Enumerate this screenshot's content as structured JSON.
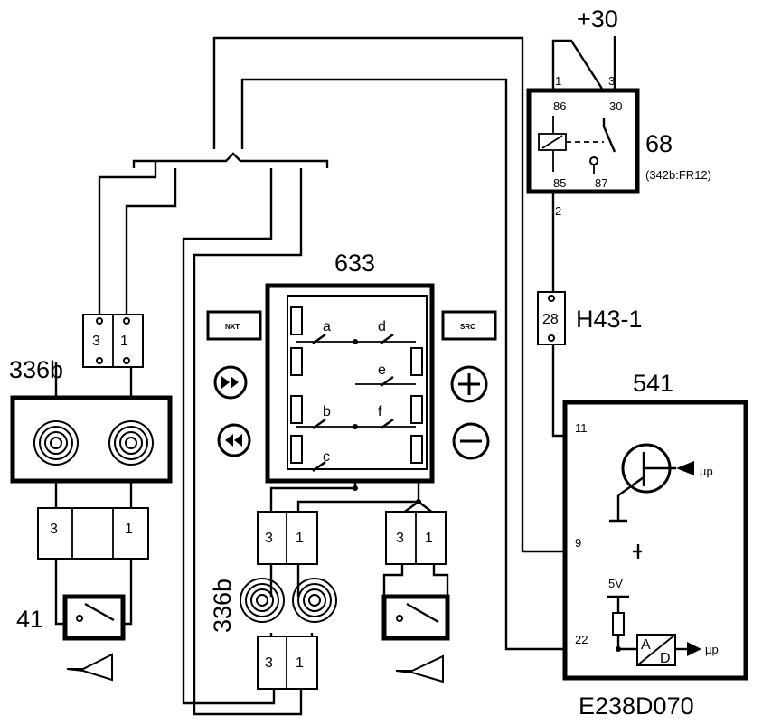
{
  "labels": {
    "supply": "+30",
    "relay_id": "68",
    "relay_note": "(342b:FR12)",
    "relay_pin_1": "1",
    "relay_pin_3": "3",
    "relay_pin_86": "86",
    "relay_pin_30": "30",
    "relay_pin_85": "85",
    "relay_pin_87": "87",
    "relay_pin_2": "2",
    "connector_h43": "H43-1",
    "connector_h43_pin": "28",
    "module_633": "633",
    "module_541": "541",
    "ecu_pin_11": "11",
    "ecu_pin_9": "9",
    "ecu_pin_22": "22",
    "ecu_5v": "5V",
    "ecu_mu_p_1": "µp",
    "ecu_mu_p_2": "µp",
    "ad_a": "A",
    "ad_d": "D",
    "clockspring_left": "336b",
    "clockspring_mid": "336b",
    "horn_left_id": "41",
    "switch_a": "a",
    "switch_b": "b",
    "switch_c": "c",
    "switch_d": "d",
    "switch_e": "e",
    "switch_f": "f",
    "btn_nxt": "NXT",
    "btn_src": "SRC",
    "pin_3": "3",
    "pin_1": "1",
    "diagram_code": "E238D070"
  }
}
